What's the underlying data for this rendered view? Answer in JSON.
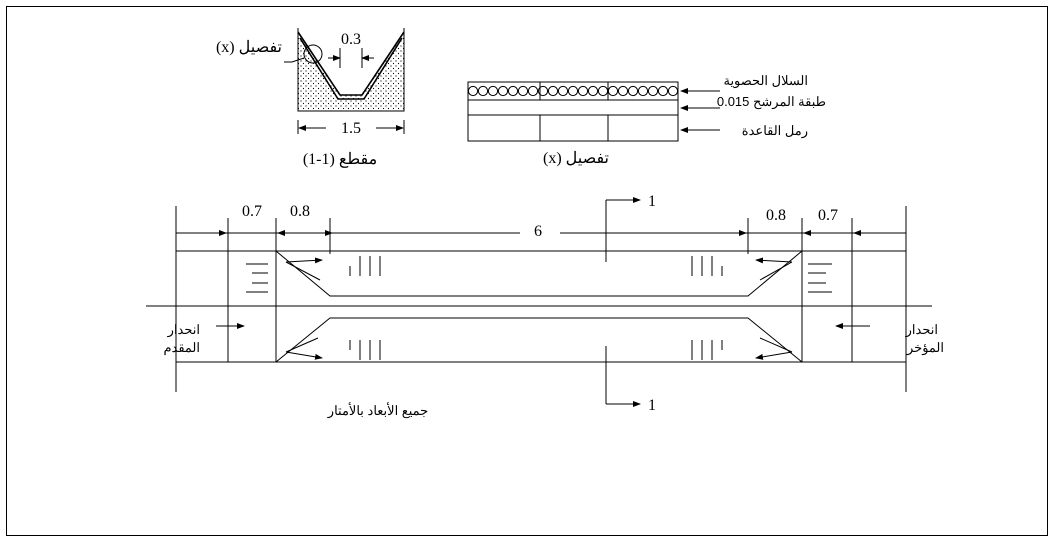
{
  "section": {
    "dim_bottom": "0.3",
    "dim_top": "1.5",
    "detail_label": "(x) تفصيل",
    "title": "(1-1) مقطع"
  },
  "detail_x": {
    "layer_gravel": "السلال الحصوية",
    "layer_filter": "طبقة المرشح 0.015",
    "layer_sand": "رمل القاعدة",
    "title": "(x) تفصيل"
  },
  "plan": {
    "dim_left_1": "0.7",
    "dim_left_2": "0.8",
    "dim_center": "6",
    "dim_right_2": "0.8",
    "dim_right_1": "0.7",
    "section_mark_top": "1",
    "section_mark_bottom": "1",
    "inlet_label_1": "انحدار",
    "inlet_label_2": "المقدم",
    "outlet_label_1": "انحدار",
    "outlet_label_2": "المؤخر",
    "note": "جميع الأبعاد بالأمتار"
  }
}
